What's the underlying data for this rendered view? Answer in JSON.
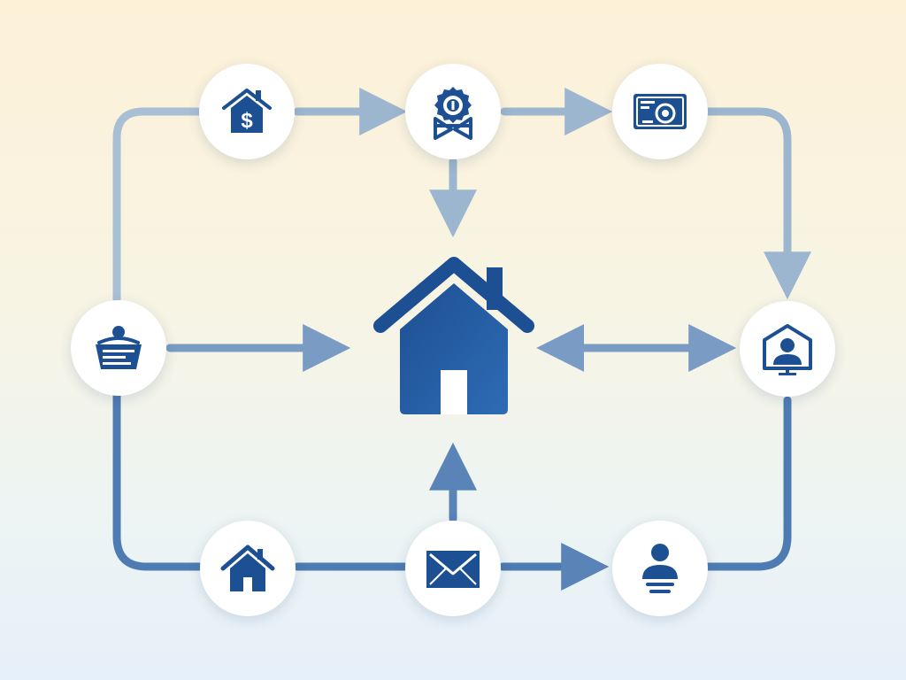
{
  "colors": {
    "background_top": "#fdf1d8",
    "background_bottom": "#e6f0fa",
    "icon_primary": "#1d4f93",
    "connector_light": "#9db6cf",
    "connector_dark": "#5a83b8",
    "node_fill": "#ffffff"
  },
  "diagram": {
    "center": {
      "icon": "home-icon"
    },
    "nodes": [
      {
        "id": "top-left",
        "icon": "house-dollar-icon"
      },
      {
        "id": "top-center",
        "icon": "award-seal-icon"
      },
      {
        "id": "top-right",
        "icon": "money-bill-icon"
      },
      {
        "id": "mid-left",
        "icon": "shopping-basket-icon"
      },
      {
        "id": "mid-right",
        "icon": "user-home-monitor-icon"
      },
      {
        "id": "bottom-left",
        "icon": "small-house-icon"
      },
      {
        "id": "bottom-center",
        "icon": "envelope-icon"
      },
      {
        "id": "bottom-right",
        "icon": "user-profile-icon"
      }
    ]
  }
}
